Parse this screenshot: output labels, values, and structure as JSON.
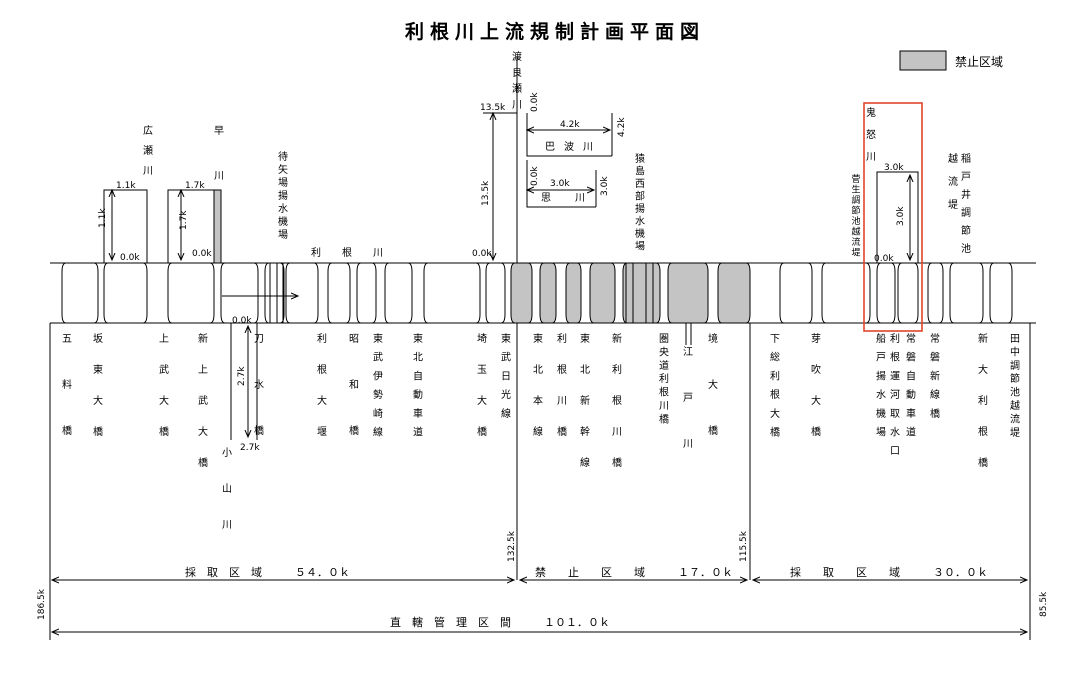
{
  "title": "利根川上流規制計画平面図",
  "legend": {
    "label": "禁止区域",
    "color": "#c4c4c4"
  },
  "colors": {
    "prohibited": "#c4c4c4",
    "highlight": "#e0452b",
    "line": "#000000"
  },
  "upper_rivers": [
    {
      "name": "広瀬川",
      "dist": "1.1k",
      "side": "1.1k",
      "zero": "0.0k"
    },
    {
      "name": "早川",
      "dist": "1.7k",
      "side": "1.7k",
      "zero": "0.0k"
    },
    {
      "name": "待矢場揚水機場"
    },
    {
      "name": "利根川"
    },
    {
      "name": "渡良瀬川",
      "dist": "13.5k",
      "side": "13.5k",
      "zero": "0.0k"
    },
    {
      "name": "巴波川",
      "dist": "4.2k",
      "side": "4.2k",
      "zero": "0.0k"
    },
    {
      "name": "思川",
      "dist": "3.0k",
      "side": "3.0k",
      "zero": "0.0k"
    },
    {
      "name": "猿島西部揚水機場"
    },
    {
      "name": "菅生調節池越流堤"
    },
    {
      "name": "鬼怒川",
      "dist": "3.0k",
      "side": "3.0k",
      "zero": "0.0k"
    },
    {
      "name": "稲戸井調節池越流堤"
    }
  ],
  "lower_labels": [
    "五料橋",
    "坂東大橋",
    "上武大橋",
    "新上武大橋",
    "刀水橋",
    "利根大堰",
    "昭和橋",
    "東武伊勢崎線",
    "東北自動車道",
    "埼玉大橋",
    "東武日光線",
    "東北本線",
    "利根川橋",
    "東北新幹線",
    "新利根川橋",
    "圏央道利根川橋",
    "江戸川",
    "境大橋",
    "下総利根大橋",
    "芽吹大橋",
    "船戸揚水機場",
    "利根運河取水口",
    "常磐自動車道",
    "常磐新線橋",
    "新大利根橋",
    "田中調節池越流堤"
  ],
  "koyama": {
    "name": "小山川",
    "top": "0.0k",
    "dist": "2.7k",
    "bottom": "2.7k"
  },
  "sections": [
    {
      "label": "採　取　区　域　　　５４．０ｋ",
      "type": "採取区域"
    },
    {
      "label": "禁　　止　　区　　域　　　１７．０ｋ",
      "type": "禁止区域"
    },
    {
      "label": "採　　取　　区　　域　　　３０．０ｋ",
      "type": "採取区域"
    }
  ],
  "boundaries": [
    "186.5k",
    "132.5k",
    "115.5k",
    "85.5k"
  ],
  "management": {
    "label": "直　轄　管　理　区　間　　　１０１．０ｋ"
  }
}
